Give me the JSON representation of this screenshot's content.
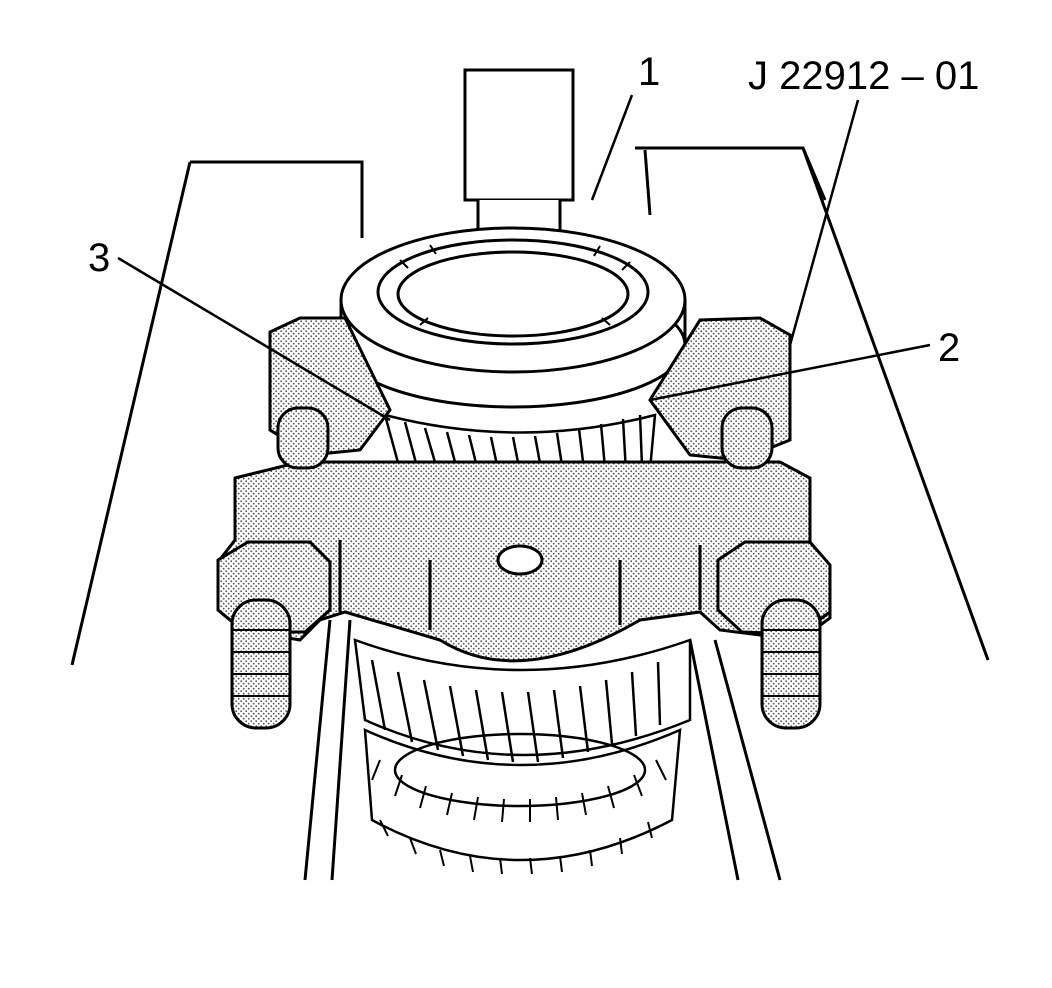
{
  "callouts": {
    "one": "1",
    "two": "2",
    "three": "3",
    "tool": "J 22912 – 01"
  },
  "colors": {
    "ink": "#000000",
    "stipple": "#9a9a9a",
    "paper": "#ffffff"
  }
}
